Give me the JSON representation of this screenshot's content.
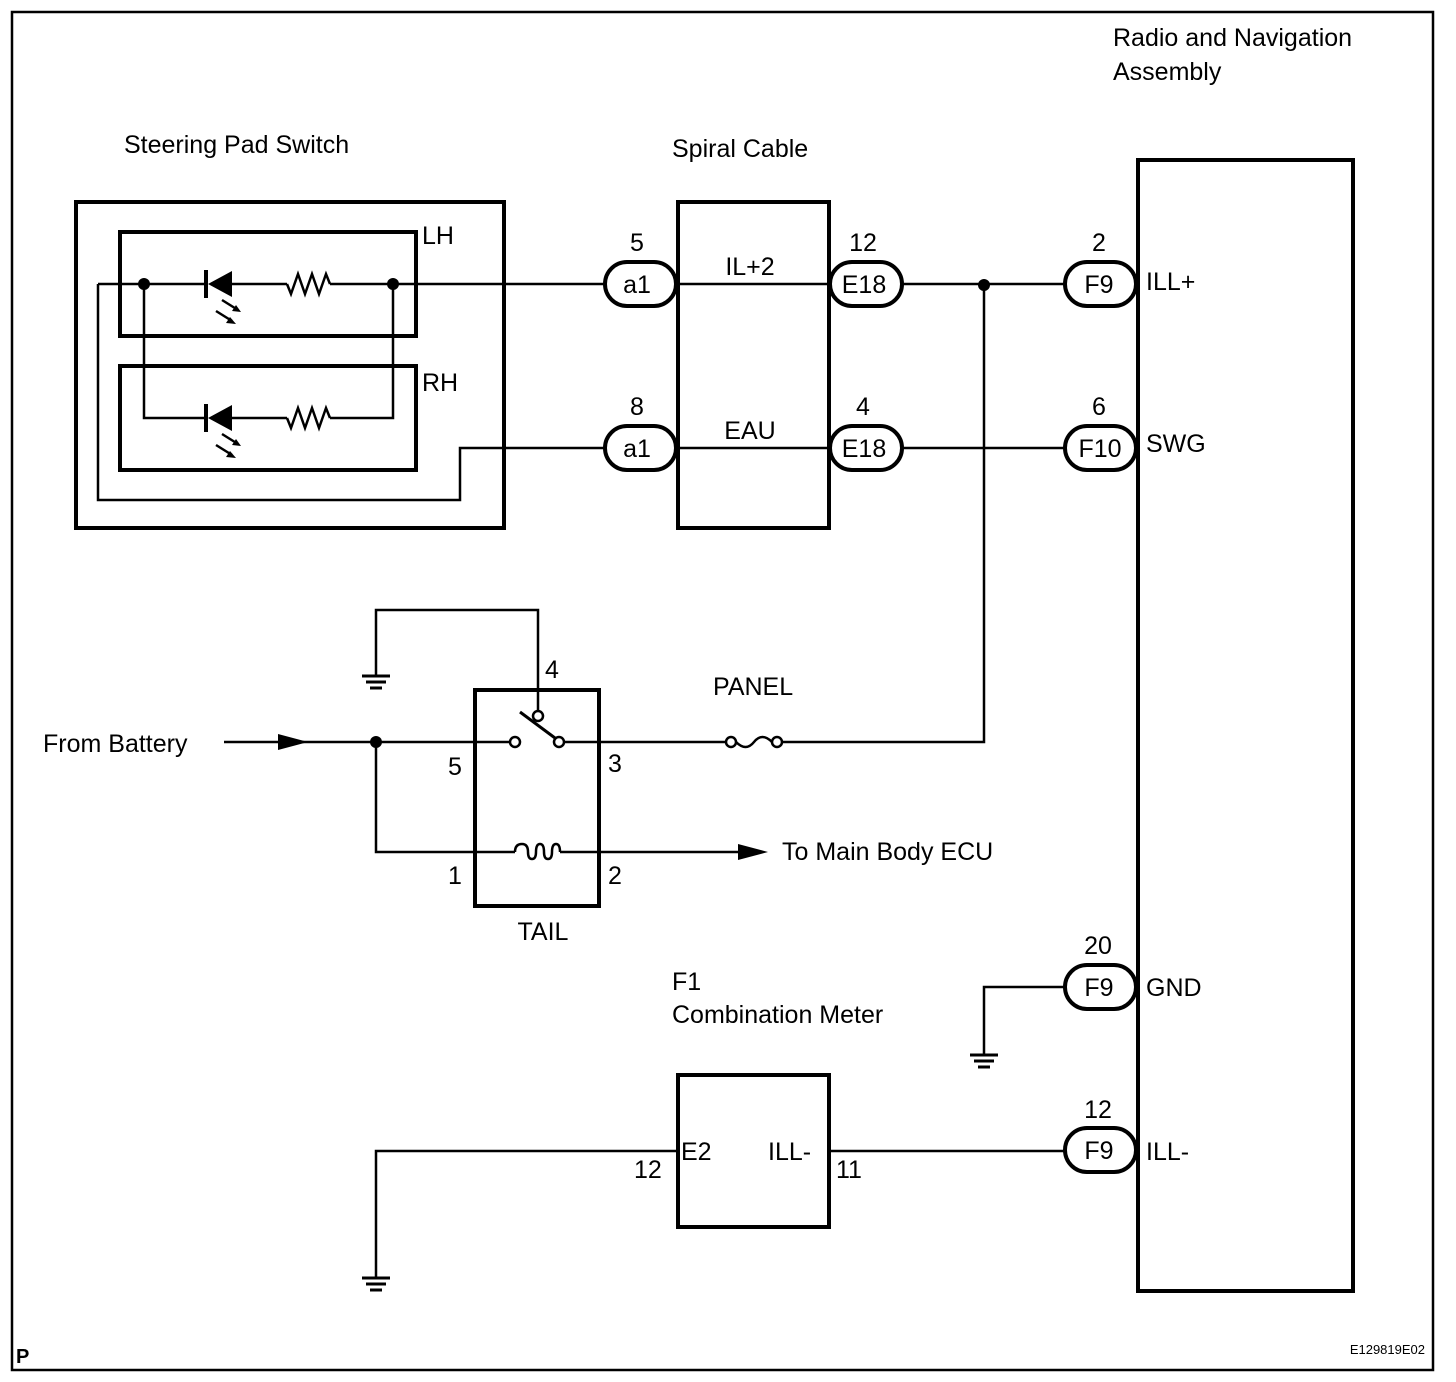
{
  "diagram": {
    "type": "wiring-diagram",
    "corner_mark": "P",
    "figure_id": "E129819E02"
  },
  "components": {
    "steering_pad_switch": {
      "label": "Steering Pad Switch",
      "sub": {
        "lh": "LH",
        "rh": "RH"
      }
    },
    "spiral_cable": {
      "label": "Spiral Cable",
      "signals": {
        "top": "IL+2",
        "bottom": "EAU"
      }
    },
    "radio_nav": {
      "label_line1": "Radio and Navigation",
      "label_line2": "Assembly",
      "terminals": {
        "ill_plus": "ILL+",
        "swg": "SWG",
        "gnd": "GND",
        "ill_minus": "ILL-"
      }
    },
    "tail_relay": {
      "label": "TAIL",
      "pins": {
        "p4": "4",
        "p5": "5",
        "p3": "3",
        "p1": "1",
        "p2": "2"
      }
    },
    "panel_fuse": {
      "label": "PANEL"
    },
    "combination_meter": {
      "code": "F1",
      "label": "Combination Meter",
      "terminals": {
        "e2": "E2",
        "ill_minus": "ILL-"
      },
      "pins": {
        "e2": "12",
        "ill_minus": "11"
      }
    }
  },
  "connectors": {
    "a1_top": {
      "id": "a1",
      "pin": "5"
    },
    "a1_bottom": {
      "id": "a1",
      "pin": "8"
    },
    "e18_top": {
      "id": "E18",
      "pin": "12"
    },
    "e18_bottom": {
      "id": "E18",
      "pin": "4"
    },
    "f9_ill": {
      "id": "F9",
      "pin": "2"
    },
    "f10_swg": {
      "id": "F10",
      "pin": "6"
    },
    "f9_gnd": {
      "id": "F9",
      "pin": "20"
    },
    "f9_illm": {
      "id": "F9",
      "pin": "12"
    }
  },
  "annotations": {
    "from_battery": "From Battery",
    "to_main_body_ecu": "To Main Body ECU"
  }
}
